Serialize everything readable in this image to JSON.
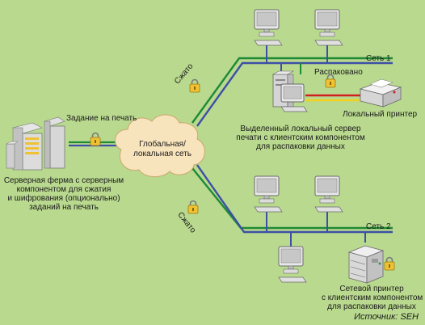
{
  "labels": {
    "task": "Задание на печать",
    "compressed_top": "Сжато",
    "compressed_bottom": "Сжато",
    "cloud_line1": "Глобальная/",
    "cloud_line2": "локальная сеть",
    "net1": "Сеть 1",
    "net2": "Сеть 2",
    "unpacked": "Распаковано",
    "local_printer": "Локальный принтер",
    "server_farm": [
      "Серверная ферма с серверным",
      "компонентом для сжатия",
      "и шифрования (опционально)",
      "заданий на печать"
    ],
    "dedicated_server": [
      "Выделенный локальный сервер",
      "печати с клиентским компонентом",
      "для распаковки данных"
    ],
    "network_printer": [
      "Сетевой принтер",
      "с клиентским компонентом",
      "для распаковки данных"
    ],
    "source": "Источник: SEH"
  },
  "colors": {
    "background": "#b9d98f",
    "network_blue": "#3d4fa6",
    "network_green": "#1e8a35",
    "link_red": "#d21e1e",
    "link_yellow": "#f2d21e",
    "cloud": "#f7e3bc",
    "lock": "#f0c233"
  },
  "icons": [
    "server-farm-icon",
    "cloud-icon",
    "workstation-icon",
    "print-server-icon",
    "local-printer-icon",
    "network-printer-icon",
    "lock-icon"
  ]
}
